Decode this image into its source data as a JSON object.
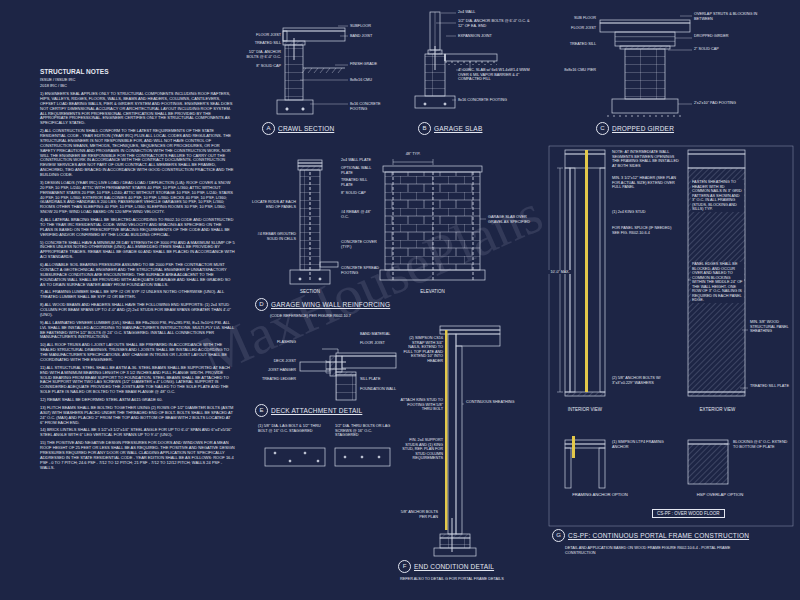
{
  "diagram": {
    "nodes": [
      {
        "text": [
          "A",
          "CRAWL SECTION"
        ]
      },
      {
        "text": [
          "B",
          "GARAGE SLAB"
        ]
      },
      {
        "text": [
          "C",
          "DROPPED GIRDER"
        ]
      },
      {
        "text": [
          "D",
          "GARAGE WING WALL REINFORCING"
        ]
      },
      {
        "text": [
          "E",
          "DECK ATTACHMENT DETAIL"
        ]
      },
      {
        "text": [
          "F",
          "END CONDITION DETAIL"
        ]
      },
      {
        "text": [
          "CS-PF : OVER WOOD FLOOR"
        ]
      },
      {
        "text": [
          "G",
          "CS-PF: CONTINUOUS PORTAL FRAME CONSTRUCTION"
        ]
      }
    ],
    "labels": [
      "STRUCTURAL NOTES",
      "ISSUE / ISSUE IRC",
      "2018 IRC / IBC",
      "1) ENGINEER'S SEAL APPLIES ONLY TO STRUCTURAL COMPONENTS INCLUDING ROOF RAFTERS, HIPS, VALLEYS, RIDGES, FLOORS, WALLS, BEAMS AND HEADERS, COLUMNS, CANTILEVERS, OFFSET LOAD BEARING WALLS, PIER & GIRDER SYSTEM AND FOOTINGS. ENGINEER'S SEAL DOES NOT CERTIFY DIMENSIONAL ACCURACY OR ARCHITECTURAL LAYOUT INCLUDING ROOF SYSTEM. ALL REQUIREMENTS FOR PROFESSIONAL CERTIFICATION SHALL BE PROVIDED BY THE APPROPRIATE PROFESSIONAL. ENGINEER CERTIFIES ONLY THE STRUCTURAL COMPONENTS AS SPECIFICALLY STATED.",
      "2) ALL CONSTRUCTION SHALL CONFORM TO THE LATEST REQUIREMENTS OF THE STATE RESIDENTIAL CODE - YEAR EDITION (YEAR IRC) PLUS ALL LOCAL CODES AND REGULATIONS. THE STRUCTURAL ENGINEER IS NOT RESPONSIBLE FOR, AND WILL NOT HAVE CONTROL OF CONSTRUCTION MEANS, METHODS, TECHNIQUES, SEQUENCES OR PROCEDURES, OR FOR SAFETY PRECAUTIONS AND PROGRAMS IN CONNECTION WITH THE CONSTRUCTION WORK, NOR WILL THE ENGINEER BE RESPONSIBLE FOR THE CONTRACTOR'S FAILURE TO CARRY OUT THE CONSTRUCTION WORK IN ACCORDANCE WITH THE CONTRACT DOCUMENTS. CONSTRUCTION REVIEW SERVICES ARE NOT PART OF OUR CONTRACT. ALL MEMBERS SHALL BE FRAMED, ANCHORED, TIED AND BRACED IN ACCORDANCE WITH GOOD CONSTRUCTION PRACTICE AND THE BUILDING CODE.",
      "3) DESIGN LOADS (YEAR IRC) LIVE LOAD / DEAD LOAD / DEFLECTION (L/Δ): ROOF COVER & SNOW 20 PSF, 10 PSF, L/240; ATTIC WITH PERMANENT STAIRS 40 PSF, 10 PSF, L/360; ATTIC WITHOUT PERMANENT STAIRS 20 PSF, 10 PSF, L/240; ATTIC WITHOUT STORAGE 10 PSF, 10 PSF, L/240; STAIRS 40 PSF, 10 PSF, L/360; EXTERIOR BALCONIES 40 PSF, 10 PSF, L/360; DECKS 40 PSF, 10 PSF, L/360; GUARDRAILS AND HANDRAILS 200 LBS; PASSENGER VEHICLE GARAGES 50 PSF, 10 PSF, L/360; ROOMS OTHER THAN SLEEPING 40 PSF, 10 PSF, L/360; SLEEPING ROOMS 30 PSF, 10 PSF, L/360; SNOW 20 PSF; WIND LOAD BASED ON 120 MPH WIND VELOCITY.",
      "4) ALL LATERAL BRACING SHALL BE SELECTED ACCORDING TO R602.10 CODE AND CONSTRUCTED TO THE YEAR IRC RESIDENTIAL CODE. WIND VELOCITY AND BRACING AS SPECIFIED ON THE PLANS IS BASED ON THE PRESCRIPTIVE BRACING REQUIREMENTS OF THE CODE AND SHALL BE VERIFIED AND/OR CONFIRMED BY THE LOCAL BUILDING OFFICIAL.",
      "5) CONCRETE SHALL HAVE A MINIMUM 28 DAY STRENGTH OF 3000 PSI AND A MAXIMUM SLUMP OF 5 INCHES UNLESS NOTED OTHERWISE (UNO). ALL EMBEDDED ITEMS SHALL BE PROVIDED BY APPROPRIATE TRADES. REBAR SHALL BE GRADE 60 AND SHALL BE PLACED IN ACCORDANCE WITH ACI STANDARDS.",
      "6) ALLOWABLE SOIL BEARING PRESSURE ASSUMED TO BE 2000 PSF. THE CONTRACTOR MUST CONTACT A GEOTECHNICAL ENGINEER AND THE STRUCTURAL ENGINEER IF UNSATISFACTORY SUBSURFACE CONDITIONS ARE ENCOUNTERED. THE SURFACE AREA ADJACENT TO THE FOUNDATION WALL SHALL BE PROVIDED WITH ADEQUATE DRAINAGE AND SHALL BE GRADED SO AS TO DRAIN SURFACE WATER AWAY FROM FOUNDATION WALLS.",
      "7) ALL FRAMING LUMBER SHALL BE SPF #2 OR SYP #2 UNLESS NOTED OTHERWISE (UNO). ALL TREATED LUMBER SHALL BE SYP #2 OR BETTER.",
      "8) ALL WOOD BEAMS AND HEADERS SHALL HAVE THE FOLLOWING END SUPPORTS: (1) 2x4 STUD COLUMN FOR BEAM SPANS UP TO 4'-0\" AND (2) 2x4 STUDS FOR BEAM SPANS GREATER THAN 4'-0\" (UNO).",
      "9) ALL LAMINATED VENEER LUMBER (LVL) SHALL BE FB=2600 PSI, FV=285 PSI, E=1.9x10^6 PSI. ALL LVL SHALL BE INSTALLED ACCORDING TO MANUFACTURER'S INSTRUCTIONS. MULTI-PLY LVL SHALL BE FASTENED WITH 1/2\" BOLTS @ 24\" O.C. STAGGERED. INSTALL ALL CONNECTIONS PER MANUFACTURER'S INSTRUCTIONS.",
      "10) ALL ROOF TRUSS AND I-JOIST LAYOUTS SHALL BE PREPARED IN ACCORDANCE WITH THE SEALED STRUCTURAL DRAWINGS. TRUSSES AND I-JOISTS SHALL BE INSTALLED ACCORDING TO THE MANUFACTURER'S SPECIFICATIONS. ANY CHANGE IN TRUSS OR I-JOIST LAYOUT SHALL BE COORDINATED WITH THE ENGINEER.",
      "11) ALL STRUCTURAL STEEL SHALL BE ASTM A-36. STEEL BEAMS SHALL BE SUPPORTED AT EACH END WITH A MINIMUM BEARING LENGTH OF 3 1/2 INCHES AND FULL FLANGE WIDTH. PROVIDE SOLID BEARING FROM BEAM SUPPORT TO FOUNDATION. STEEL BEAMS SHALL BE ATTACHED TO EACH SUPPORT WITH TWO LAG SCREWS (1/2\" DIAMETER x 4\" LONG). LATERAL SUPPORT IS CONSIDERED ADEQUATE PROVIDED THE JOISTS ARE TOE NAILED TO THE SOLE PLATE AND THE SOLE PLATE IS NAILED OR BOLTED TO THE BEAM FLANGE @ 48\" O.C.",
      "12) REBAR SHALL BE DEFORMED STEEL ASTM A615 GRADE 60.",
      "13) FLITCH BEAMS SHALL BE BOLTED TOGETHER USING (2) ROWS OF 1/2\" DIAMETER BOLTS (ASTM A307) WITH WASHERS PLACED UNDER THE THREADED END OF BOLT. BOLTS SHALL BE SPACED AT 24\" O.C. (MAX) AND PLACED 2\" FROM THE TOP AND BOTTOM OF BEAM WITH 2 BOLTS LOCATED AT 6\" FROM EACH END.",
      "14) BRICK LINTELS SHALL BE 3 1/2\"x3 1/2\"x1/4\" STEEL ANGLE FOR UP TO 6'-0\" SPAN AND 6\"x4\"x5/16\" STEEL ANGLE WITH 6\" LEG VERTICAL FOR SPANS UP TO 9'-0\" (UNO).",
      "15) THE POSITIVE AND NEGATIVE DESIGN PRESSURES FOR DOORS AND WINDOWS FOR A MEAN ROOF HEIGHT OF 25 FEET OR LESS SHALL BE AS REQUIRED. THE POSITIVE AND NEGATIVE DESIGN PRESSURES REQUIRED FOR ANY DOOR OR WALL CLADDING APPLICATION NOT SPECIFICALLY ADDRESSED IN THE STATE RESIDENTIAL CODE - YEAR EDITION SHALL BE AS FOLLOWS: ROOF 16.4 PSF - 0 TO 7 PITCH; 24.6 PSF - 7/12 TO 12 PITCH; 21 PSF - 7/12 TO 12/12 PITCH; WALLS 24 PSF - WALLS.",
      "FLOOR JOIST",
      "TREATED SILL",
      "1/2\" DIA. ANCHOR BOLTS @ 6'-0\" O.C.",
      "8\" SOLID CAP",
      "SUBFLOOR",
      "BAND JOIST",
      "FINISH GRADE",
      "8x8x16 CMU",
      "8x16 CONCRETE FOOTING",
      "2x4 WALL",
      "1/2\" DIA. ANCHOR BOLTS @ 6'-0\" O.C. & 12\" OF EA. END",
      "EXPANSION JOINT",
      "4\" CONC. SLAB w/ 6x6 W1.4xW1.4 WWM OVER 6 MIL VAPOR BARRIER & 4\" COMPACTED FILL",
      "8x16 CONCRETE FOOTING",
      "SUB FLOOR",
      "FLOOR JOIST",
      "TREATED SILL",
      "8x8x16 CMU PIER",
      "OVERLAP STRUTS & BLOCKING IN BETWEEN",
      "DROPPED GIRDER",
      "2\" SOLID CAP",
      "2'x2'x10\" PAD FOOTING",
      "LOCATE RODS AT EACH END OF PANELS",
      "#4 REBAR GROUTED SOLID IN CELLS",
      "2x4 WALL PLATE",
      "OPTIONAL WALL PLATE",
      "TREATED SILL PLATE",
      "8\" SOLID CAP",
      "#4 REBAR @ 48\" O.C.",
      "CONCRETE COVER (TYP.)",
      "CONCRETE SPREAD FOOTING",
      "48\" TYP.",
      "GARAGE SLAB OVER GRAVEL AS SPECIFIED",
      "SECTION",
      "ELEVATION",
      "(CODE REFERENCE) PER FIGURE R602.10.7",
      "FLASHING",
      "DECK JOIST",
      "JOIST HANGER",
      "TREATED LEDGER",
      "BAND MATERIAL",
      "FLOOR JOIST",
      "SILL PLATE",
      "FOUNDATION WALL",
      "(1) 5/8\" DIA. LAG BOLT & 1/2\" THRU BOLT @ 16\" O.C. STAGGERED",
      "1/2\" DIA. THRU BOLTS OR LAG SCREWS @ 16\" O.C. STAGGERED",
      "(2) SIMPSON CS16 STRAP WITH 3/4\" NAILS, EXTEND TO FULL TOP PLATE AND EXTEND 10\" INTO HEADER",
      "ATTACH KING STUD TO FOOTING WITH 5/8\" THRU BOLT",
      "FIN. 2x4 SUPPORT STUDS AND (1) KING STUD, REF. PLAN FOR STUD COLUMN REQUIREMENTS",
      "5/8\" ANCHOR BOLTS PER PLAN",
      "CONTINUOUS SHEATHING",
      "REFER ALSO TO DETAIL G FOR PORTAL FRAME DETAILS",
      "NOTE: AT INTERMEDIATE WALL SEGMENTS BETWEEN OPENINGS THE FRAMING SHALL BE INSTALLED AT BOTH SIDES",
      "MIN. 3 1/2\"x12\" HEADER (SEE PLAN FOR ACTUAL SIZE) EXTEND OVER FULL PANEL",
      "(1) 2x4 KING STUD",
      "FOR PANEL SPLICE (IF NEEDED) SEE FIG. R602.10.6.4",
      "FASTEN SHEATHING TO HEADER WITH 8D COMMON NAILS IN 3\" GRID PATTERN AS SHOWN AND 3\" O.C. IN ALL FRAMING (STUDS, BLOCKING AND SILLS) TYP.",
      "PANEL EDGES SHALL BE BLOCKED, AND OCCUR OVER AND NAILED TO COMMON BLOCKING WITHIN THE MIDDLE 24\" OF THE WALL HEIGHT. ONE ROW OF 3\" O.C. NAILING IS REQUIRED IN EACH PANEL EDGE.",
      "MIN. 3/8\" WOOD STRUCTURAL PANEL SHEATHING",
      "TREATED SILL PLATE",
      "10'-0\" MAX.",
      "(2) 5/8\" ANCHOR BOLTS W/ 3\"x3\"x0.229\" WASHERS",
      "INTERIOR VIEW",
      "EXTERIOR VIEW",
      "(1) SIMPSON LTP4 FRAMING ANCHOR",
      "BLOCKING @ 6\" O.C. EXTEND TO BOTTOM OF PLATE",
      "FRAMING ANCHOR OPTION",
      "HSP OVERLAP OPTION",
      "DETAIL AND APPLICATION BASED ON WOOD FRAME FIGURE R602.10.6.4 - PORTAL FRAME CONSTRUCTION",
      "MaxHousePlans"
    ]
  }
}
